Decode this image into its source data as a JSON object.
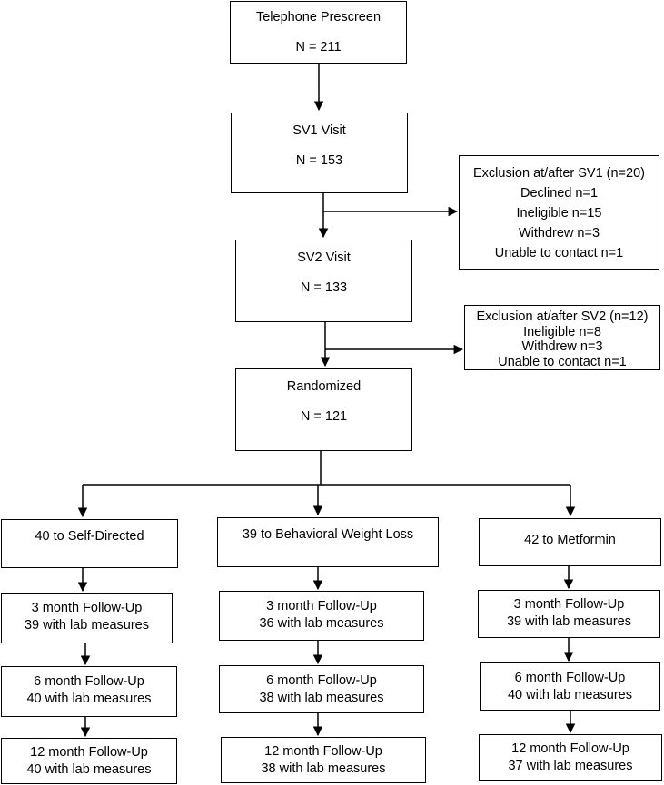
{
  "boxes": {
    "prescreen": {
      "title": "Telephone Prescreen",
      "count": "N = 211"
    },
    "sv1": {
      "title": "SV1 Visit",
      "count": "N = 153"
    },
    "sv2": {
      "title": "SV2 Visit",
      "count": "N = 133"
    },
    "randomized": {
      "title": "Randomized",
      "count": "N = 121"
    },
    "excl_sv1": {
      "title": "Exclusion at/after SV1 (n=20)",
      "lines": [
        "Declined n=1",
        "Ineligible n=15",
        "Withdrew n=3",
        "Unable to contact n=1"
      ]
    },
    "excl_sv2": {
      "title": "Exclusion at/after SV2 (n=12)",
      "lines": [
        "Ineligible n=8",
        "Withdrew n=3",
        "Unable to contact n=1"
      ]
    }
  },
  "arms": [
    {
      "name": "40 to Self-Directed",
      "followups": [
        {
          "label": "3 month Follow-Up",
          "lab": "39 with lab measures"
        },
        {
          "label": "6 month Follow-Up",
          "lab": "40 with lab measures"
        },
        {
          "label": "12 month Follow-Up",
          "lab": "40 with lab measures"
        }
      ]
    },
    {
      "name": "39 to Behavioral Weight Loss",
      "followups": [
        {
          "label": "3 month Follow-Up",
          "lab": "36 with lab measures"
        },
        {
          "label": "6 month Follow-Up",
          "lab": "38 with lab measures"
        },
        {
          "label": "12 month Follow-Up",
          "lab": "38 with lab measures"
        }
      ]
    },
    {
      "name": "42 to Metformin",
      "followups": [
        {
          "label": "3 month Follow-Up",
          "lab": "39 with lab measures"
        },
        {
          "label": "6 month Follow-Up",
          "lab": "40 with lab measures"
        },
        {
          "label": "12 month Follow-Up",
          "lab": "37 with lab measures"
        }
      ]
    }
  ]
}
